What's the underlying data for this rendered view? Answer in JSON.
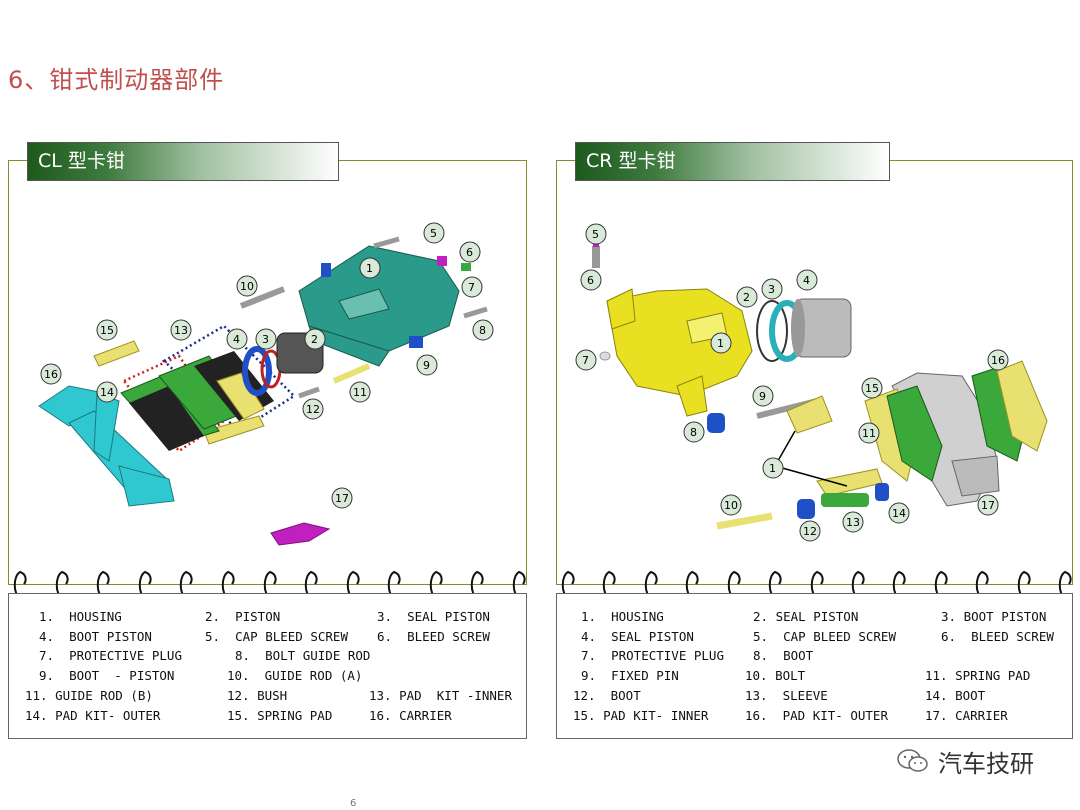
{
  "page_title": "6、钳式制动器部件",
  "page_number": "6",
  "watermark": "汽车技研",
  "watermark_icon": "wechat-icon",
  "panels": [
    {
      "title": "CL 型卡钳",
      "callouts": [
        "1",
        "2",
        "3",
        "4",
        "5",
        "6",
        "7",
        "8",
        "9",
        "10",
        "11",
        "12",
        "13",
        "14",
        "15",
        "16",
        "17"
      ],
      "legend": [
        "1.  HOUSING",
        "2.  PISTON",
        "3.  SEAL PISTON",
        "4.  BOOT PISTON",
        "5.  CAP BLEED SCREW",
        "6.  BLEED SCREW",
        "7.  PROTECTIVE PLUG",
        "8.  BOLT GUIDE ROD",
        "9.  BOOT  - PISTON",
        "10.  GUIDE ROD (A)",
        "11. GUIDE ROD (B)",
        "12. BUSH",
        "13. PAD  KIT -INNER",
        "14. PAD KIT- OUTER",
        "15. SPRING PAD",
        "16. CARRIER"
      ]
    },
    {
      "title": "CR 型卡钳",
      "callouts": [
        "1",
        "2",
        "3",
        "4",
        "5",
        "6",
        "7",
        "8",
        "9",
        "10",
        "11",
        "12",
        "13",
        "14",
        "15",
        "16",
        "17",
        "1"
      ],
      "legend": [
        "1.  HOUSING",
        "2. SEAL PISTON",
        "3. BOOT PISTON",
        "4.  SEAL PISTON",
        "5.  CAP BLEED SCREW",
        "6.  BLEED SCREW",
        "7.  PROTECTIVE PLUG",
        "8.  BOOT",
        "9.  FIXED PIN",
        "10. BOLT",
        "11. SPRING PAD",
        "12.  BOOT",
        "13.  SLEEVE",
        "14. BOOT",
        "15. PAD KIT- INNER",
        "16.  PAD KIT- OUTER",
        "17. CARRIER"
      ]
    }
  ],
  "colors": {
    "title": "#c0504d",
    "housing_cl": "#2a9a8a",
    "housing_cr": "#e8e020",
    "carrier_cl": "#30c8d0",
    "pad_green": "#3aa83a",
    "boot_blue": "#2050c8",
    "seal_teal": "#2ab0b8",
    "spring_purple": "#c020c0",
    "callout_fill": "#d9ead9"
  }
}
